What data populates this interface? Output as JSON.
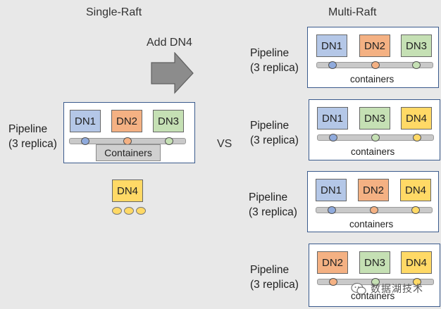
{
  "left": {
    "heading": "Single-Raft",
    "arrow_label": "Add DN4",
    "pipeline_label_1": "Pipeline",
    "pipeline_label_2": "(3 replica)",
    "dns": [
      "DN1",
      "DN2",
      "DN3"
    ],
    "containers_label": "Containers",
    "new_dn": "DN4"
  },
  "vs": "VS",
  "right": {
    "heading": "Multi-Raft",
    "pipelines": [
      {
        "label_1": "Pipeline",
        "label_2": "(3 replica)",
        "dns": [
          "DN1",
          "DN2",
          "DN3"
        ],
        "containers": "containers"
      },
      {
        "label_1": "Pipeline",
        "label_2": "(3 replica)",
        "dns": [
          "DN1",
          "DN3",
          "DN4"
        ],
        "containers": "containers"
      },
      {
        "label_1": "Pipeline",
        "label_2": "(3 replica)",
        "dns": [
          "DN1",
          "DN2",
          "DN4"
        ],
        "containers": "containers"
      },
      {
        "label_1": "Pipeline",
        "label_2": "(3 replica)",
        "dns": [
          "DN2",
          "DN3",
          "DN4"
        ],
        "containers": "containers"
      }
    ]
  },
  "watermark": "数据湖技术",
  "colors": {
    "DN1": "#b4c7e7",
    "DN2": "#f4b183",
    "DN3": "#c5e0b4",
    "DN4": "#ffd966",
    "dot_DN1": "#8faadc",
    "dot_DN2": "#f4b183",
    "dot_DN3": "#c5e0b4",
    "dot_DN4": "#ffd966"
  }
}
